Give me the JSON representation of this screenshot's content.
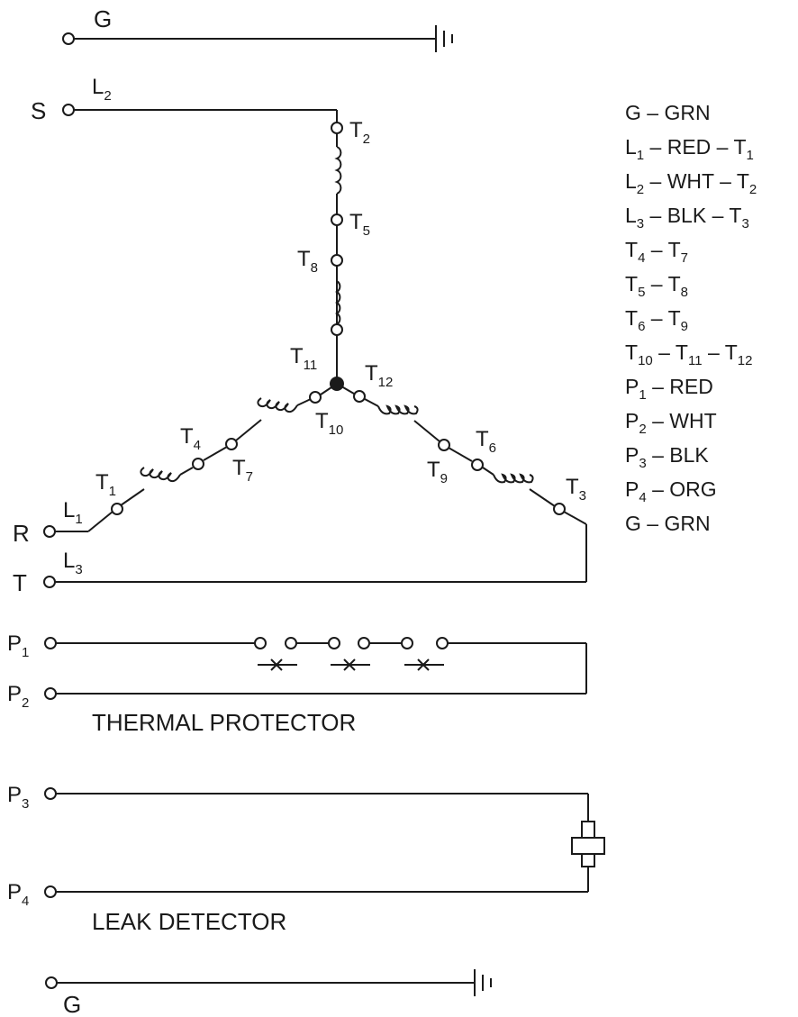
{
  "lines": {
    "G": "G",
    "S": "S",
    "R": "R",
    "T": "T",
    "L": "L",
    "P": "P"
  },
  "subscripts": {
    "1": "1",
    "2": "2",
    "3": "3",
    "4": "4",
    "5": "5",
    "6": "6",
    "7": "7",
    "8": "8",
    "9": "9",
    "10": "10",
    "11": "11",
    "12": "12"
  },
  "captions": {
    "thermal": "THERMAL PROTECTOR",
    "leak": "LEAK DETECTOR"
  },
  "legend": {
    "dash": "–",
    "GRN": "GRN",
    "RED": "RED",
    "WHT": "WHT",
    "BLK": "BLK",
    "ORG": "ORG"
  }
}
